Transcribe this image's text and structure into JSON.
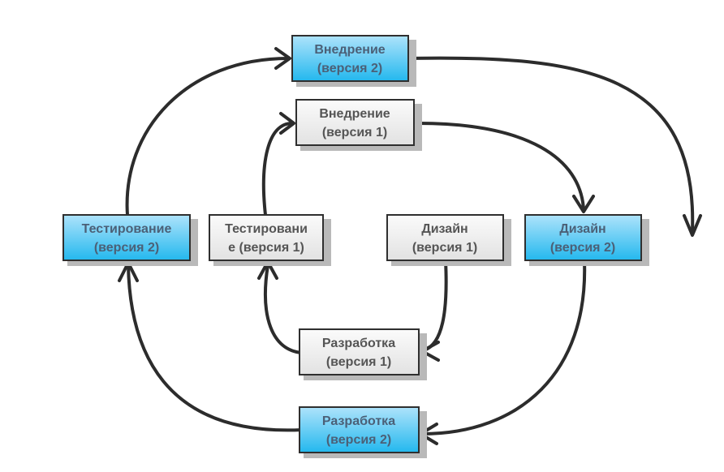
{
  "diagram": {
    "nodes": {
      "deploy_v2": {
        "line1": "Внедрение",
        "line2": "(версия 2)"
      },
      "deploy_v1": {
        "line1": "Внедрение",
        "line2": "(версия 1)"
      },
      "test_v2": {
        "line1": "Тестирование",
        "line2": "(версия 2)"
      },
      "test_v1": {
        "line1": "Тестировани",
        "line2": "е (версия 1)"
      },
      "design_v1": {
        "line1": "Дизайн",
        "line2": "(версия 1)"
      },
      "design_v2": {
        "line1": "Дизайн",
        "line2": "(версия 2)"
      },
      "dev_v1": {
        "line1": "Разработка",
        "line2": "(версия 1)"
      },
      "dev_v2": {
        "line1": "Разработка",
        "line2": "(версия 2)"
      }
    },
    "colors": {
      "v1_fill_top": "#fbfbfb",
      "v1_fill_bottom": "#e2e2e2",
      "v2_fill_top": "#aee3fb",
      "v2_fill_bottom": "#23b8ee",
      "border": "#2f2f2f",
      "arrow": "#2c2c2c"
    }
  }
}
